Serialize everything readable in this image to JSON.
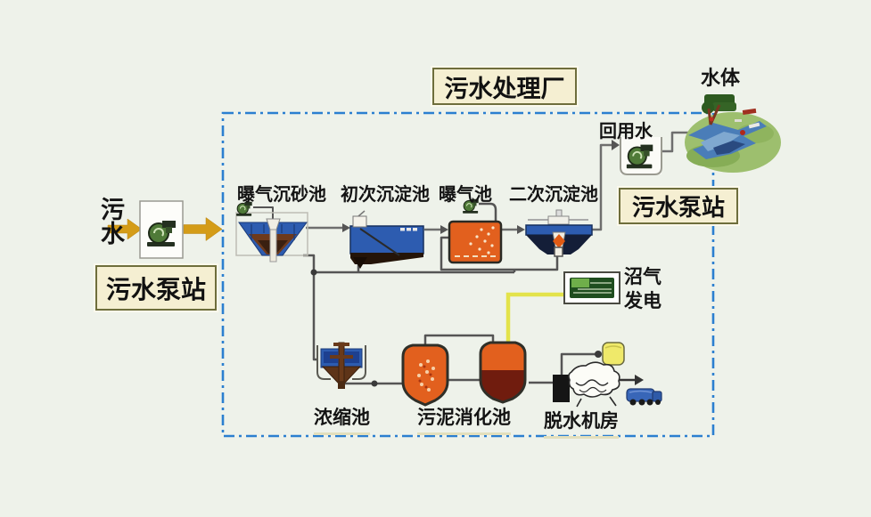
{
  "title": "污水处理厂",
  "outside": {
    "water_body_label": "水体",
    "sewage_char1": "污",
    "sewage_char2": "水",
    "pump_station_left_label": "污水泵站"
  },
  "plant": {
    "reuse_water_label": "回用水",
    "pump_station_right_label": "污水泵站",
    "tanks": [
      {
        "label": "曝气沉砂池"
      },
      {
        "label": "初次沉淀池"
      },
      {
        "label": "曝气池"
      },
      {
        "label": "二次沉淀池"
      }
    ],
    "sludge_units": [
      {
        "label": "浓缩池"
      },
      {
        "label": "污泥消化池"
      },
      {
        "label": "脱水机房"
      }
    ],
    "biogas": {
      "line1": "沼气",
      "line2": "发电"
    }
  },
  "colors": {
    "background": "#eef2ea",
    "plant_border_blue": "#2b7fd0",
    "water_blue": "#2d5cb0",
    "tank_orange": "#e2601e",
    "digested_maroon": "#701c0e",
    "flow_arrow_gold": "#d49c18",
    "biogas_pipe_yellow": "#e3e34b",
    "label_background": "#f5efd2"
  }
}
